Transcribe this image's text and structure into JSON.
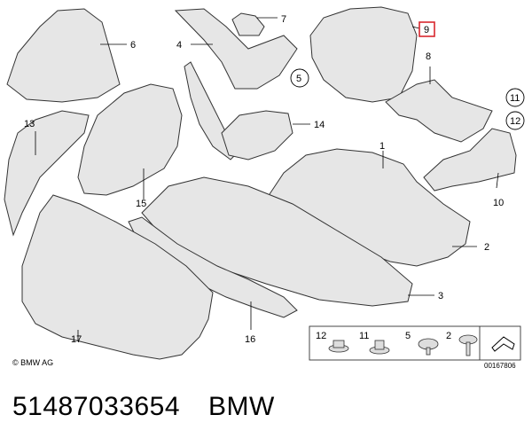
{
  "callouts": {
    "c1": "1",
    "c2": "2",
    "c3": "3",
    "c4": "4",
    "c5": "5",
    "c6": "6",
    "c7": "7",
    "c8": "8",
    "c9": "9",
    "c10": "10",
    "c11": "11",
    "c12": "12",
    "c13": "13",
    "c14": "14",
    "c15": "15",
    "c16": "16",
    "c17": "17"
  },
  "legend": {
    "l12": "12",
    "l11": "11",
    "l5": "5",
    "l2": "2"
  },
  "highlight_color": "#d9272e",
  "copyright": "© BMW AG",
  "reference_code": "00167806",
  "footer": {
    "part_number": "51487033654",
    "brand": "BMW"
  }
}
